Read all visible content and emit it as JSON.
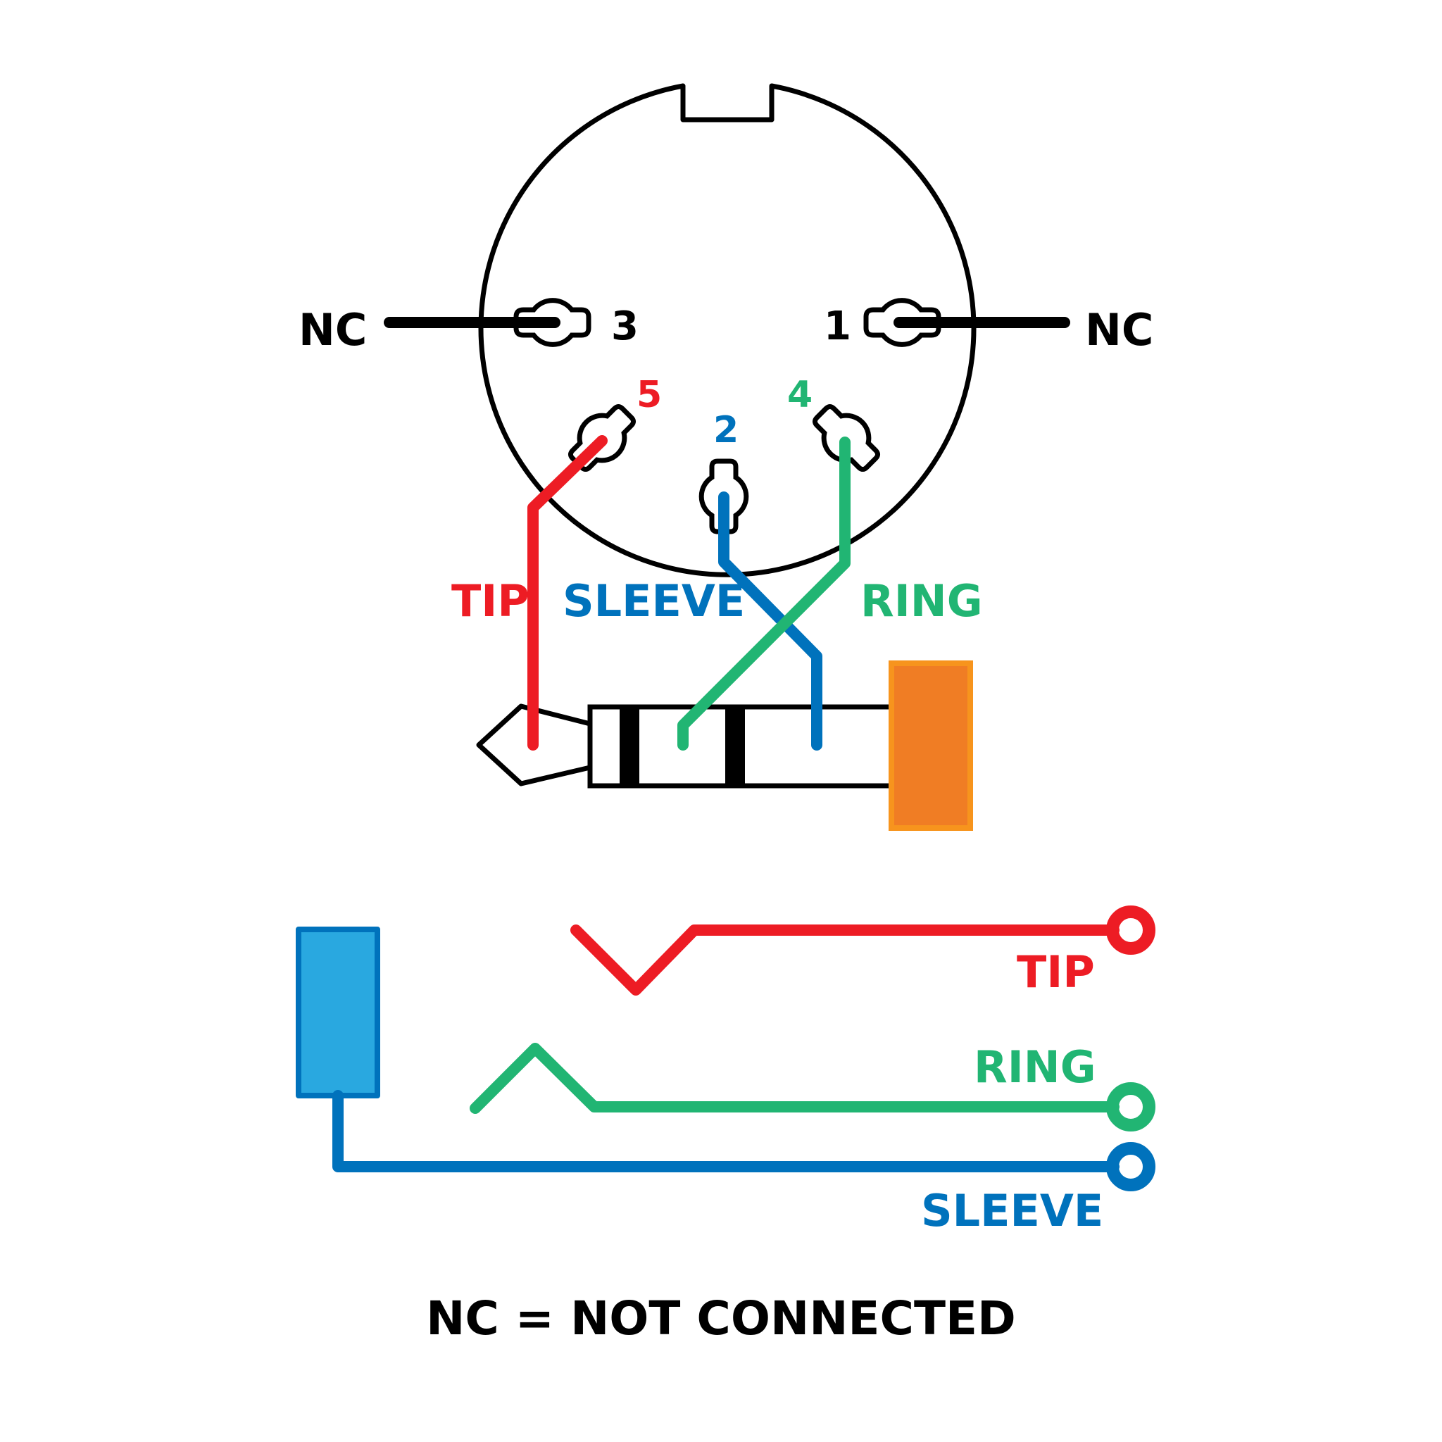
{
  "colors": {
    "black": "#000000",
    "tip": "#ed1c24",
    "sleeve": "#0072bc",
    "ring": "#21b573",
    "orange_fill": "#f07d24",
    "orange_stroke": "#f7941d",
    "blue_fill": "#29a8e0"
  },
  "din": {
    "pins": [
      {
        "number": "3",
        "connection": "NC"
      },
      {
        "number": "1",
        "connection": "NC"
      },
      {
        "number": "5",
        "connection": "TIP"
      },
      {
        "number": "2",
        "connection": "SLEEVE"
      },
      {
        "number": "4",
        "connection": "RING"
      }
    ],
    "nc_left": "NC",
    "nc_right": "NC"
  },
  "wires": {
    "tip": "TIP",
    "sleeve": "SLEEVE",
    "ring": "RING"
  },
  "jack": {
    "tip": "TIP",
    "ring": "RING",
    "sleeve": "SLEEVE"
  },
  "legend": "NC = NOT CONNECTED"
}
